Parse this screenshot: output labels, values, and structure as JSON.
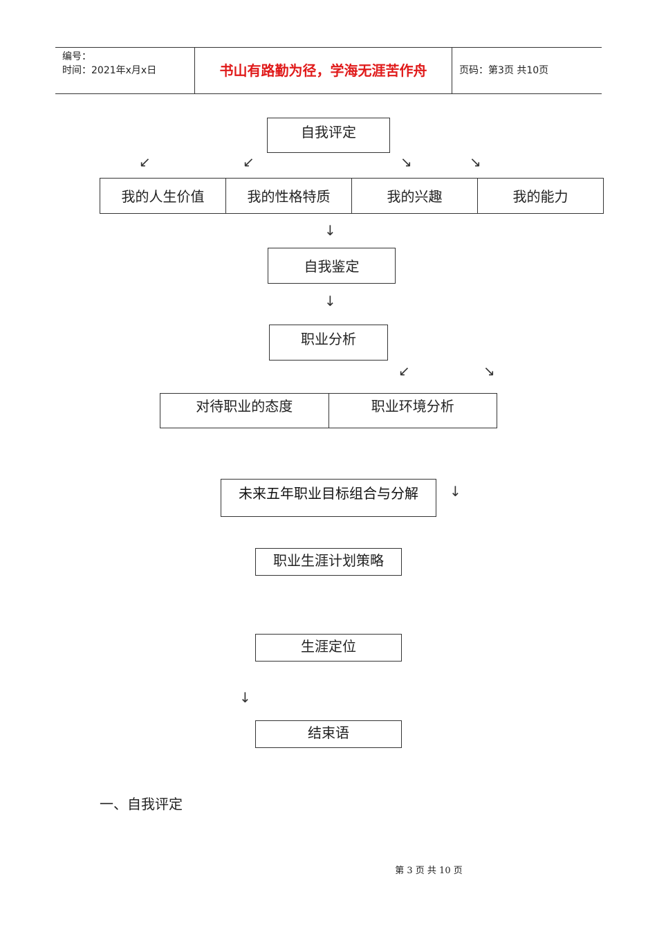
{
  "header": {
    "number_label": "编号：",
    "date_label": "时间：2021年x月x日",
    "motto": "书山有路勤为径，学海无涯苦作舟",
    "page_label": "页码：第3页  共10页"
  },
  "flowchart": {
    "self_assessment": "自我评定",
    "assessment_items": [
      "我的人生价值",
      "我的性格特质",
      "我的兴趣",
      "我的能力"
    ],
    "self_appraisal": "自我鉴定",
    "career_analysis": "职业分析",
    "analysis_items": [
      "对待职业的态度",
      "职业环境分析"
    ],
    "five_year_goals": "未来五年职业目标组合与分解",
    "career_strategy": "职业生涯计划策略",
    "career_positioning": "生涯定位",
    "conclusion": "结束语"
  },
  "section_heading": "一、自我评定",
  "footer": "第 3 页 共 10 页"
}
